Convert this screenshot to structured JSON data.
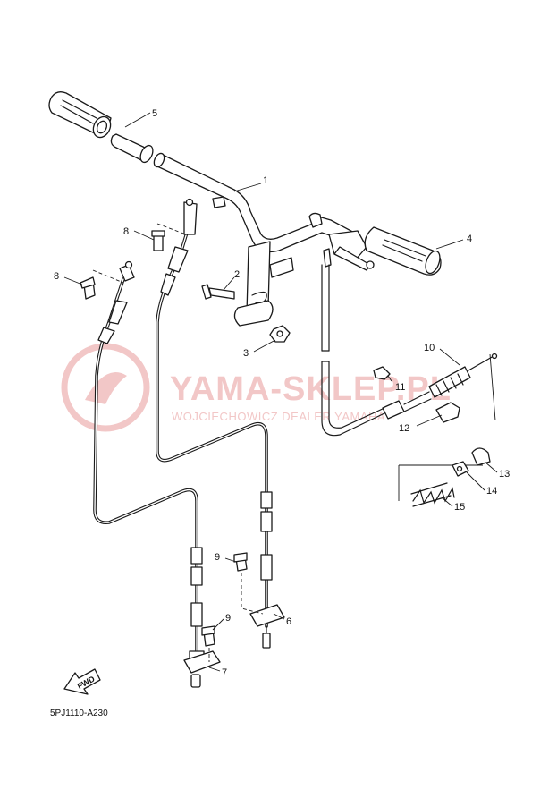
{
  "watermark": {
    "brand": "YAMA-SKLEP.PL",
    "tagline": "WOJCIECHOWICZ DEALER YAMAHA"
  },
  "callouts": {
    "p1": "1",
    "p2": "2",
    "p3": "3",
    "p4": "4",
    "p5": "5",
    "p6": "6",
    "p7": "7",
    "p8a": "8",
    "p8b": "8",
    "p9a": "9",
    "p9b": "9",
    "p10": "10",
    "p11": "11",
    "p12": "12",
    "p13": "13",
    "p14": "14",
    "p15": "15"
  },
  "fwd_label": "FWD",
  "diagram_code": "5PJ1110-A230"
}
